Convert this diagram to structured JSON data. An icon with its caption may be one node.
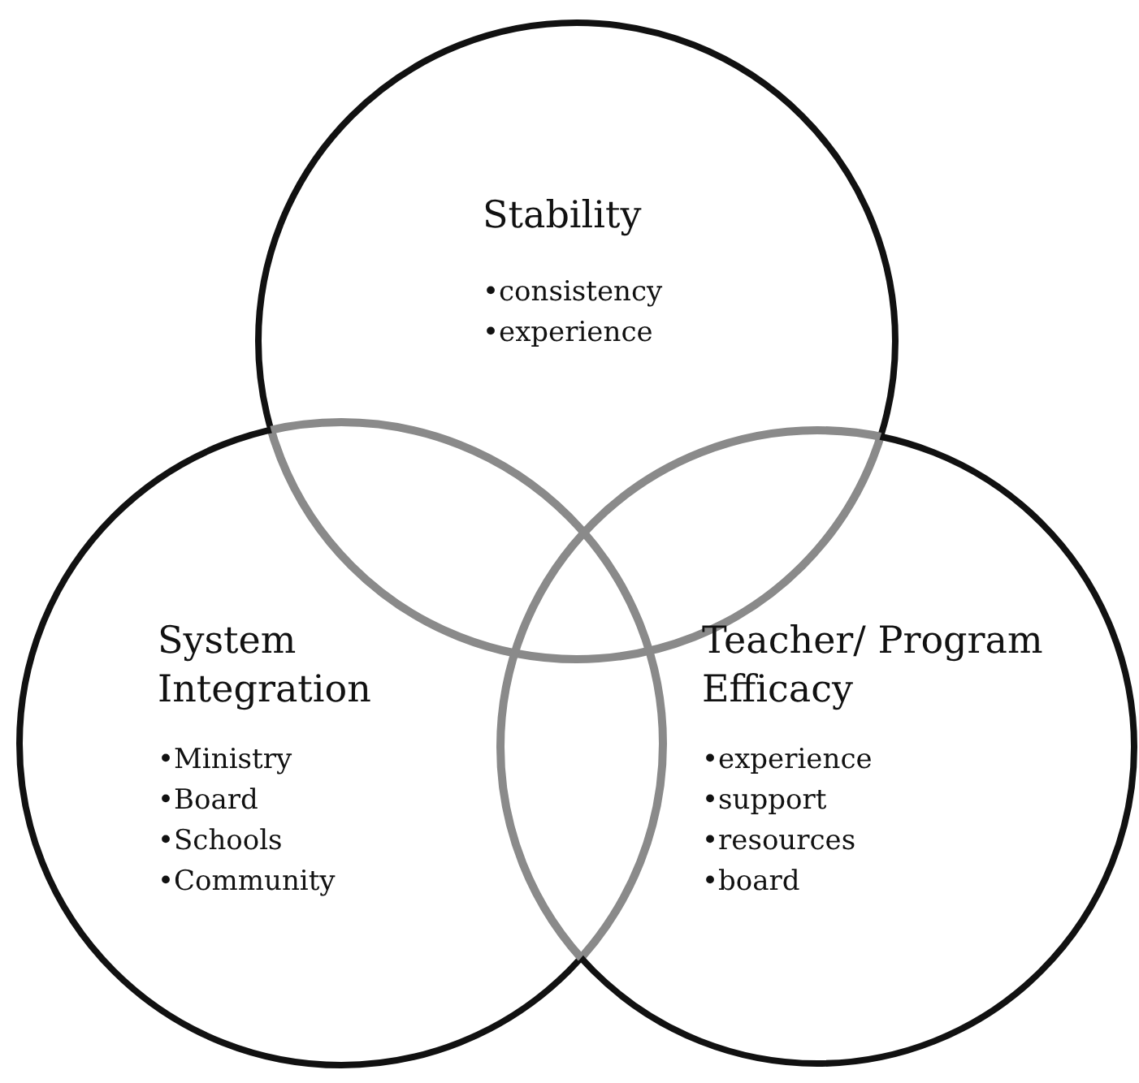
{
  "diagram": {
    "nodes": [
      {
        "text": [
          "Stability",
          "•consistency",
          "•experience"
        ]
      },
      {
        "text": [
          "System Integration",
          "•Ministry",
          "•Board",
          "•Schools",
          "•Community"
        ]
      },
      {
        "text": [
          "Teacher/ Program Efficacy",
          "•experience",
          "•support",
          "•resources",
          "•board"
        ]
      }
    ]
  }
}
